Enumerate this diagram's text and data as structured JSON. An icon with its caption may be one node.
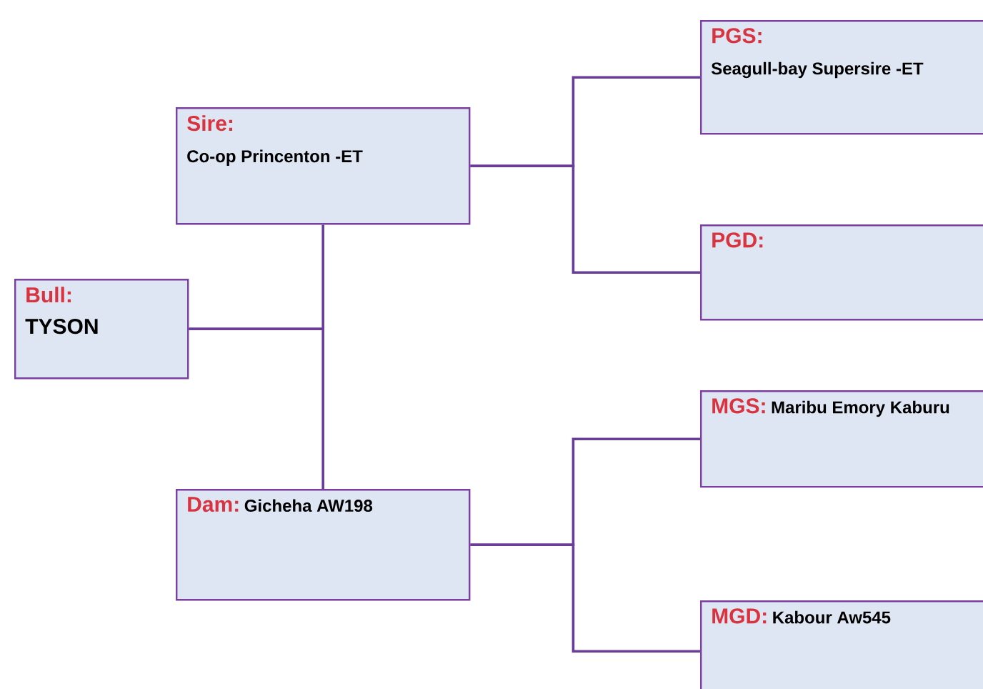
{
  "diagram": {
    "nodes": [
      {
        "text": [
          "Bull:",
          "TYSON"
        ]
      },
      {
        "text": [
          "Sire:",
          "Co-op Princenton -ET"
        ]
      },
      {
        "text": [
          "Dam:",
          "Gicheha AW198"
        ]
      },
      {
        "text": [
          "PGS:",
          "Seagull-bay Supersire -ET"
        ]
      },
      {
        "text": [
          "PGD:"
        ]
      },
      {
        "text": [
          "MGS:",
          "Maribu Emory Kaburu"
        ]
      },
      {
        "text": [
          "MGD:",
          "Kabour Aw545"
        ]
      }
    ],
    "edges": [
      {
        "from": 0,
        "to": 1,
        "arrow": "none"
      },
      {
        "from": 0,
        "to": 2,
        "arrow": "none"
      },
      {
        "from": 1,
        "to": 3,
        "arrow": "none"
      },
      {
        "from": 1,
        "to": 4,
        "arrow": "none"
      },
      {
        "from": 2,
        "to": 5,
        "arrow": "none"
      },
      {
        "from": 2,
        "to": 6,
        "arrow": "none"
      }
    ]
  }
}
